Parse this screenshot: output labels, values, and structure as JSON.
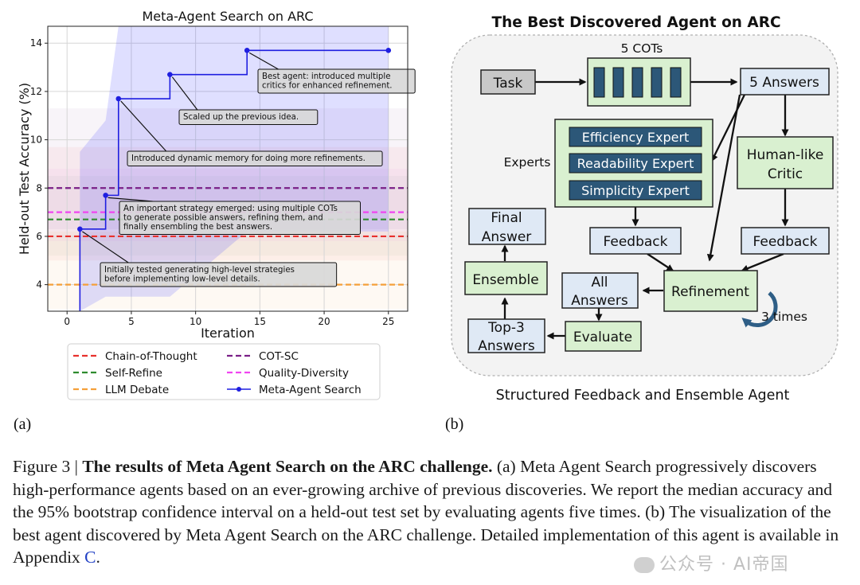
{
  "chart_data": {
    "type": "line",
    "title": "Meta-Agent Search on ARC",
    "xlabel": "Iteration",
    "ylabel": "Held-out Test Accuracy (%)",
    "xlim": [
      -1.5,
      26.5
    ],
    "ylim": [
      2.9,
      14.7
    ],
    "xticks": [
      0,
      5,
      10,
      15,
      20,
      25
    ],
    "yticks": [
      4,
      6,
      8,
      10,
      12,
      14
    ],
    "grid": true,
    "legend_placement": "below",
    "baselines": [
      {
        "name": "Chain-of-Thought",
        "value": 6.0,
        "color": "#e8312d"
      },
      {
        "name": "COT-SC",
        "value": 8.0,
        "color": "#7a1f87"
      },
      {
        "name": "Self-Refine",
        "value": 6.7,
        "color": "#2e8b2e"
      },
      {
        "name": "Quality-Diversity",
        "value": 7.0,
        "color": "#f045f0"
      },
      {
        "name": "LLM Debate",
        "value": 4.0,
        "color": "#f5a03a"
      }
    ],
    "series": [
      {
        "name": "Meta-Agent Search",
        "color": "#1f1fe0",
        "x": [
          1,
          3,
          4,
          8,
          14,
          25
        ],
        "y": [
          6.3,
          7.7,
          11.7,
          12.7,
          13.7,
          13.7
        ],
        "ci_low": [
          2.9,
          3.5,
          3.5,
          3.5,
          6.2,
          6.2
        ],
        "ci_high": [
          9.5,
          10.8,
          14.7,
          14.7,
          14.7,
          14.7
        ]
      }
    ],
    "annotations": [
      {
        "lines": [
          "Best agent: introduced multiple",
          "critics for enhanced refinement."
        ],
        "target_x": 14,
        "target_y": 13.7
      },
      {
        "lines": [
          "Scaled up the previous idea."
        ],
        "target_x": 8,
        "target_y": 12.7
      },
      {
        "lines": [
          "Introduced dynamic memory for doing more refinements."
        ],
        "target_x": 4,
        "target_y": 11.7
      },
      {
        "lines": [
          "An important strategy emerged: using multiple COTs",
          "to generate possible answers, refining them, and",
          "finally ensembling the best answers."
        ],
        "target_x": 3,
        "target_y": 7.7
      },
      {
        "lines": [
          "Initially tested generating high-level strategies",
          "before implementing low-level details."
        ],
        "target_x": 1,
        "target_y": 6.3
      }
    ]
  },
  "diagram": {
    "title": "The Best Discovered Agent on ARC",
    "subtitle": "Structured Feedback and Ensemble Agent",
    "nodes": {
      "task": "Task",
      "cots": "5 COTs",
      "answers5": "5 Answers",
      "experts_label": "Experts",
      "efficiency": "Efficiency Expert",
      "readability": "Readability Expert",
      "simplicity": "Simplicity Expert",
      "critic_1": "Human-like",
      "critic_2": "Critic",
      "feedback_left": "Feedback",
      "feedback_right": "Feedback",
      "refinement": "Refinement",
      "times": "3 times",
      "all_1": "All",
      "all_2": "Answers",
      "evaluate": "Evaluate",
      "top3_1": "Top-3",
      "top3_2": "Answers",
      "ensemble": "Ensemble",
      "final_1": "Final",
      "final_2": "Answer"
    }
  },
  "panel_labels": {
    "a": "(a)",
    "b": "(b)"
  },
  "caption": {
    "prefix": "Figure 3 | ",
    "bold": "The results of Meta Agent Search on the ARC challenge.",
    "body": " (a) Meta Agent Search progressively discovers high-performance agents based on an ever-growing archive of previous discoveries. We report the median accuracy and the 95% bootstrap confidence interval on a held-out test set by evaluating agents five times. (b) The visualization of the best agent discovered by Meta Agent Search on the ARC challenge. Detailed implementation of this agent is available in Appendix ",
    "ref": "C",
    "end": "."
  },
  "watermark": "公众号 · AI帝国"
}
